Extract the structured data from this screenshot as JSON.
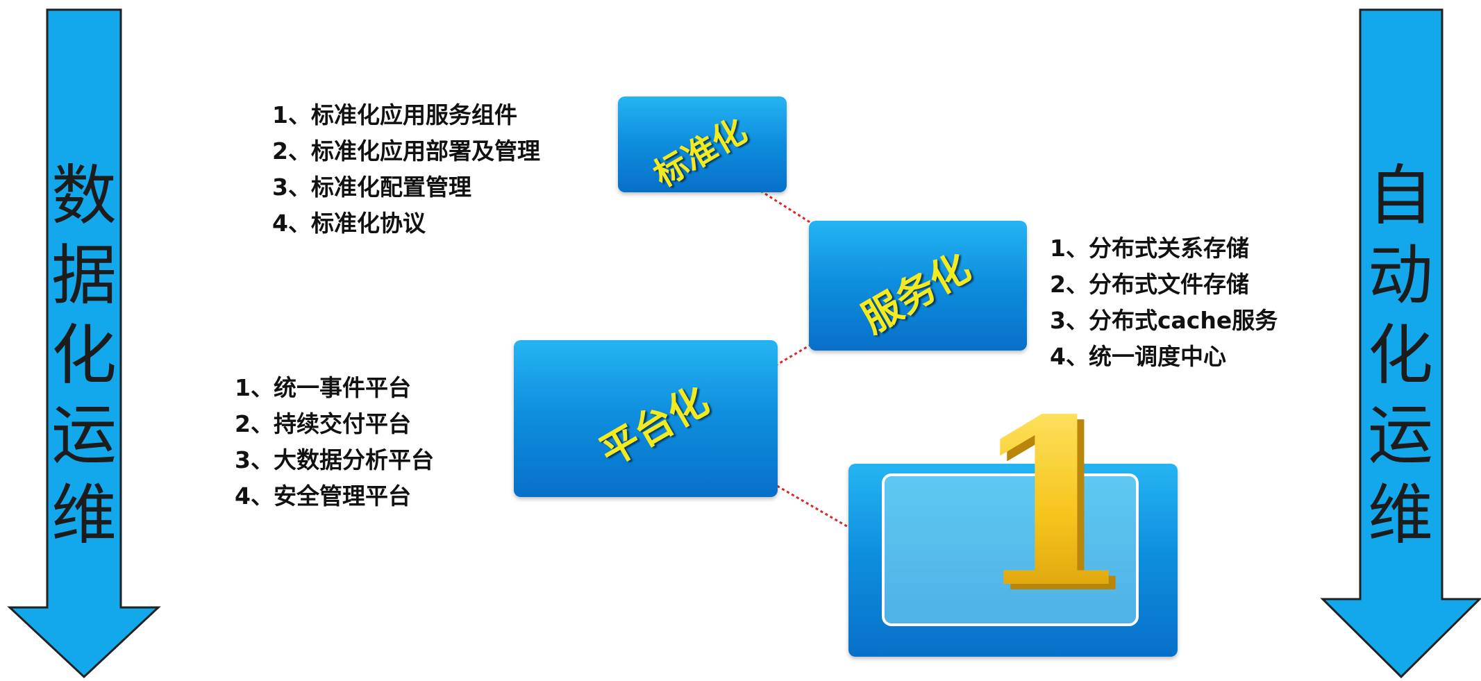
{
  "left_arrow": {
    "label": [
      "数",
      "据",
      "化",
      "运",
      "维"
    ]
  },
  "right_arrow": {
    "label": [
      "自",
      "动",
      "化",
      "运",
      "维"
    ]
  },
  "stages": {
    "standardize": {
      "label": "标准化",
      "items": [
        "1、标准化应用服务组件",
        "2、标准化应用部署及管理",
        "3、标准化配置管理",
        "4、标准化协议"
      ]
    },
    "service": {
      "label": "服务化",
      "items": [
        "1、分布式关系存储",
        "2、分布式文件存储",
        "3、分布式cache服务",
        "4、统一调度中心"
      ]
    },
    "platform": {
      "label": "平台化",
      "items": [
        "1、统一事件平台",
        "2、持续交付平台",
        "3、大数据分析平台",
        "4、安全管理平台"
      ]
    }
  },
  "result": {
    "digit": "1"
  },
  "colors": {
    "arrow_fill": "#13a8ec",
    "box_blue": "#0e8ede",
    "label_yellow": "#f3ea1f",
    "connector_red": "#d62a2a",
    "digit_gold": "#f4c21b"
  }
}
